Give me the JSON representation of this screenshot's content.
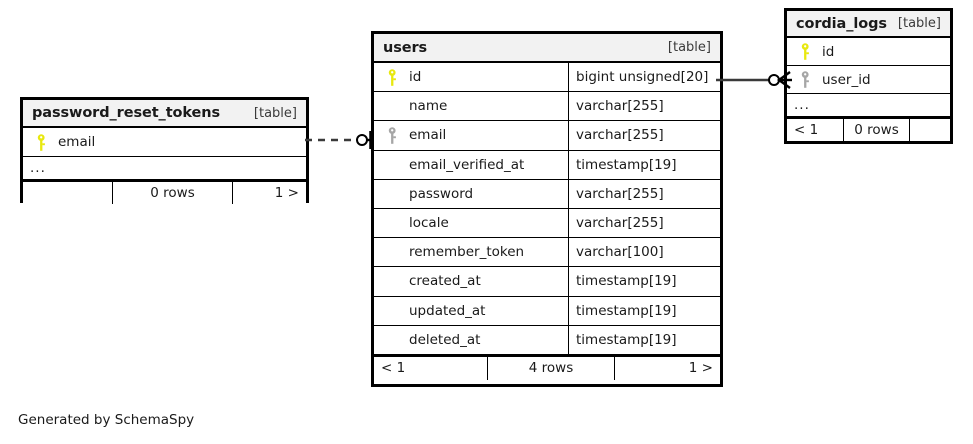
{
  "diagram": {
    "credit": "Generated by SchemaSpy",
    "colors": {
      "primary_key": "#e8e80f",
      "index_key": "#a6a6a6",
      "header_bg": "#f2f2f2",
      "border": "#000000",
      "background": "#ffffff"
    }
  },
  "tables": {
    "users": {
      "name": "users",
      "tag": "[table]",
      "columns": [
        {
          "key": "primary",
          "name": "id",
          "type": "bigint unsigned[20]"
        },
        {
          "key": "none",
          "name": "name",
          "type": "varchar[255]"
        },
        {
          "key": "index",
          "name": "email",
          "type": "varchar[255]"
        },
        {
          "key": "none",
          "name": "email_verified_at",
          "type": "timestamp[19]"
        },
        {
          "key": "none",
          "name": "password",
          "type": "varchar[255]"
        },
        {
          "key": "none",
          "name": "locale",
          "type": "varchar[255]"
        },
        {
          "key": "none",
          "name": "remember_token",
          "type": "varchar[100]"
        },
        {
          "key": "none",
          "name": "created_at",
          "type": "timestamp[19]"
        },
        {
          "key": "none",
          "name": "updated_at",
          "type": "timestamp[19]"
        },
        {
          "key": "none",
          "name": "deleted_at",
          "type": "timestamp[19]"
        }
      ],
      "footer": {
        "prev": "< 1",
        "rows": "4 rows",
        "next": "1 >"
      }
    },
    "password_reset_tokens": {
      "name": "password_reset_tokens",
      "tag": "[table]",
      "columns": [
        {
          "key": "primary",
          "name": "email",
          "type": ""
        }
      ],
      "ellipsis": "...",
      "footer": {
        "prev": "",
        "rows": "0 rows",
        "next": "1 >"
      }
    },
    "cordia_logs": {
      "name": "cordia_logs",
      "tag": "[table]",
      "columns": [
        {
          "key": "primary",
          "name": "id",
          "type": ""
        },
        {
          "key": "index",
          "name": "user_id",
          "type": ""
        }
      ],
      "ellipsis": "...",
      "footer": {
        "prev": "< 1",
        "rows": "0 rows",
        "next": ""
      }
    }
  },
  "relationships": [
    {
      "id": "users-to-cordia_logs",
      "from": "users.id",
      "to": "cordia_logs.user_id",
      "style": "solid",
      "notation": "zero-or-many"
    },
    {
      "id": "password_reset_tokens-to-users",
      "from": "password_reset_tokens.email",
      "to": "users.email",
      "style": "dashed",
      "notation": "zero-or-one"
    }
  ]
}
